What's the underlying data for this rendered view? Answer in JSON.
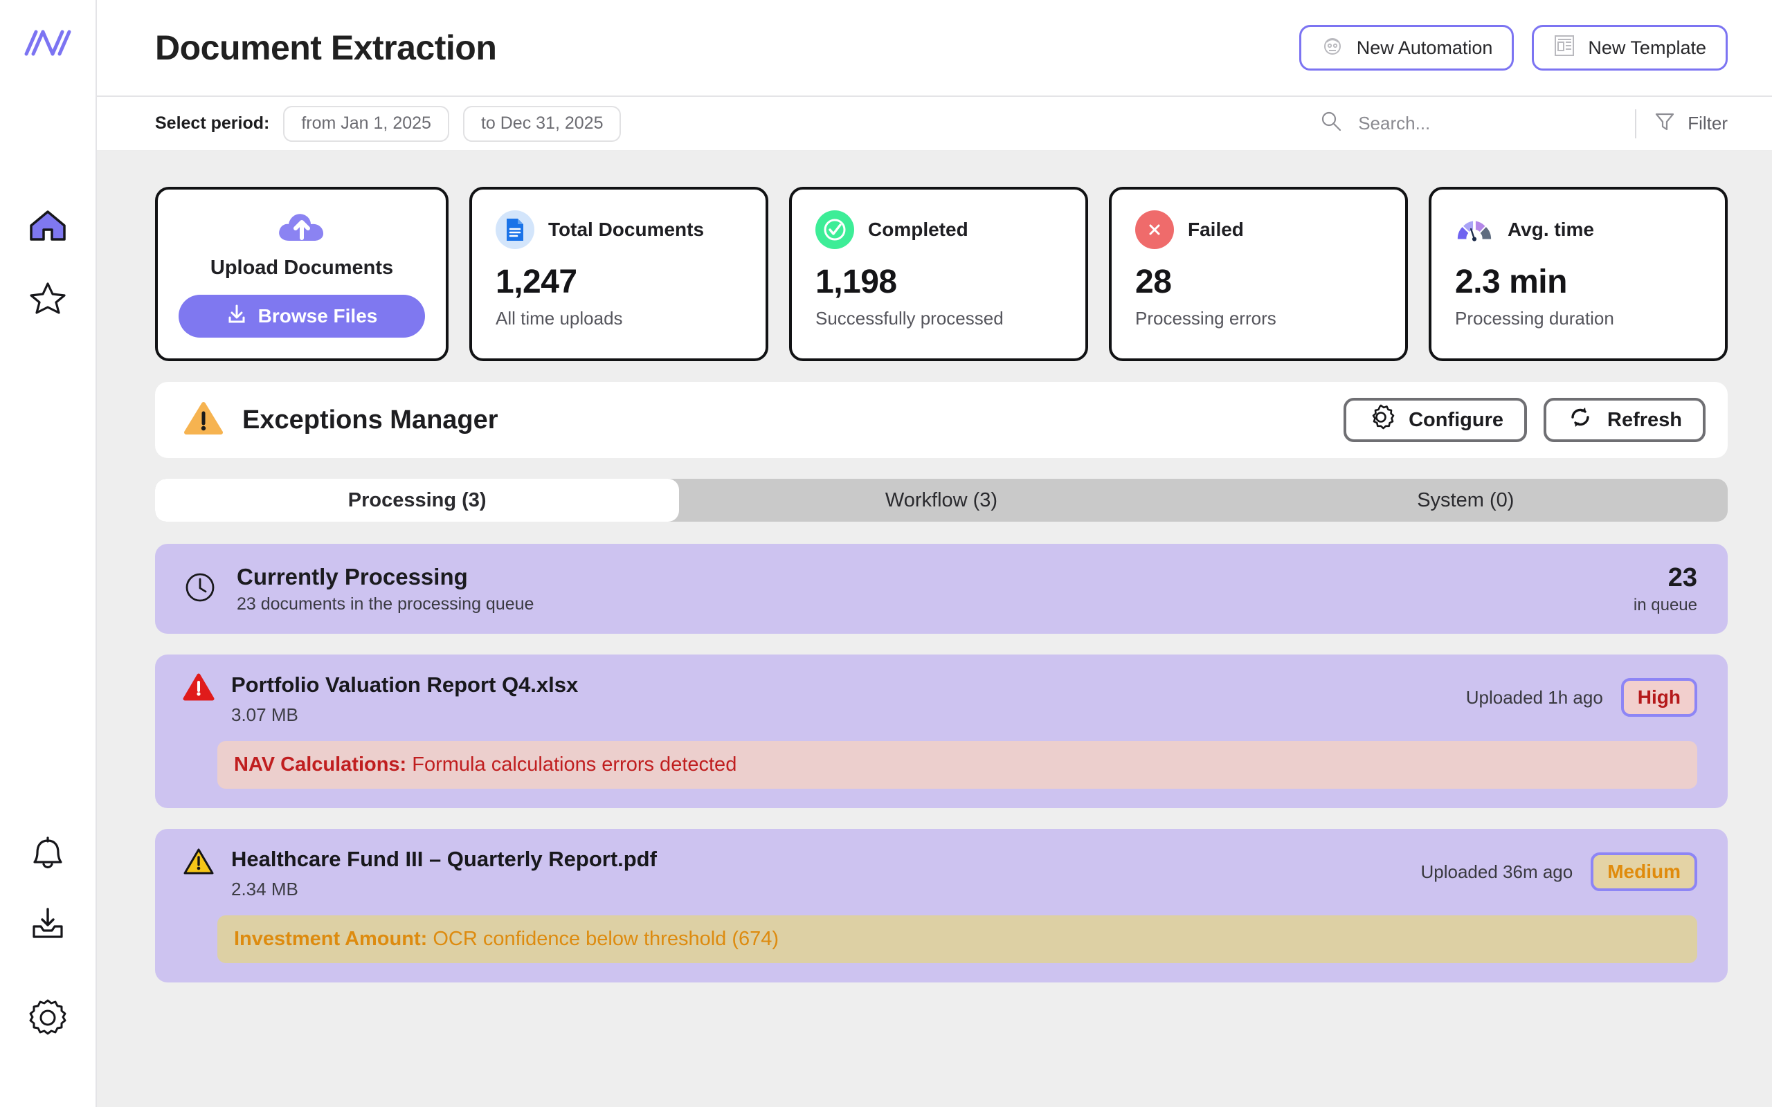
{
  "brand": {
    "logo_name": "company-logo",
    "accent": "#7c74f2"
  },
  "rail": {
    "items": [
      {
        "name": "home-icon",
        "label": "Home",
        "active": true
      },
      {
        "name": "star-icon",
        "label": "Favorites",
        "active": false
      },
      {
        "name": "bell-icon",
        "label": "Notifications",
        "active": false
      },
      {
        "name": "inbox-download-icon",
        "label": "Inbox",
        "active": false
      },
      {
        "name": "gear-icon",
        "label": "Settings",
        "active": false
      }
    ]
  },
  "header": {
    "title": "Document Extraction",
    "actions": [
      {
        "label": "New Automation",
        "icon": "automation-icon"
      },
      {
        "label": "New Template",
        "icon": "template-icon"
      }
    ]
  },
  "filterbar": {
    "period_label": "Select period:",
    "date_from": "from Jan 1, 2025",
    "date_to": "to Dec 31, 2025",
    "search_placeholder": "Search...",
    "search_value": "",
    "filter_label": "Filter"
  },
  "upload_card": {
    "title": "Upload Documents",
    "button_label": "Browse Files",
    "icon": "cloud-upload-icon",
    "button_icon": "download-icon"
  },
  "stats": [
    {
      "label": "Total Documents",
      "value": "1,247",
      "sub": "All time uploads",
      "icon": "document-icon",
      "icon_color": "#1a73e8",
      "icon_bg": "#d3e5fb"
    },
    {
      "label": "Completed",
      "value": "1,198",
      "sub": "Successfully processed",
      "icon": "check-circle-icon",
      "icon_color": "#ffffff",
      "icon_bg": "#3ded97"
    },
    {
      "label": "Failed",
      "value": "28",
      "sub": "Processing errors",
      "icon": "x-circle-icon",
      "icon_color": "#ffffff",
      "icon_bg": "#ef6b6b"
    },
    {
      "label": "Avg. time",
      "value": "2.3 min",
      "sub": "Processing duration",
      "icon": "gauge-icon",
      "icon_color": "#7c74f2",
      "icon_bg": "transparent"
    }
  ],
  "exceptions_manager": {
    "title": "Exceptions Manager",
    "icon": "warning-triangle-icon",
    "configure_label": "Configure",
    "refresh_label": "Refresh"
  },
  "tabs": [
    {
      "label": "Processing (3)",
      "active": true
    },
    {
      "label": "Workflow (3)",
      "active": false
    },
    {
      "label": "System (0)",
      "active": false
    }
  ],
  "processing_panel": {
    "icon": "clock-icon",
    "title": "Currently Processing",
    "subtitle": "23 documents in the processing queue",
    "count": "23",
    "count_caption": "in queue"
  },
  "exception_items": [
    {
      "icon": "error-triangle-icon",
      "filename": "Portfolio Valuation Report Q4.xlsx",
      "filesize": "3.07 MB",
      "uploaded": "Uploaded 1h ago",
      "severity": "High",
      "message_label": "NAV Calculations:",
      "message_text": " Formula calculations errors detected"
    },
    {
      "icon": "warning-triangle-icon",
      "filename": "Healthcare Fund III – Quarterly Report.pdf",
      "filesize": "2.34 MB",
      "uploaded": "Uploaded 36m ago",
      "severity": "Medium",
      "message_label": "Investment Amount:",
      "message_text": " OCR confidence below threshold (674)"
    }
  ]
}
